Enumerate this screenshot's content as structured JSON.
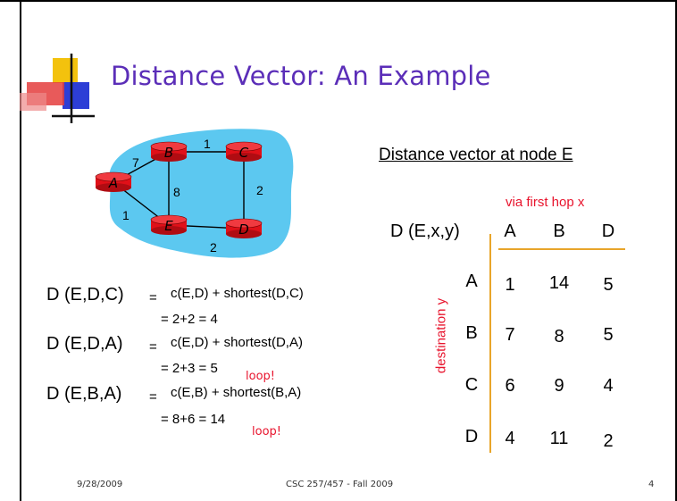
{
  "slide": {
    "title": "Distance Vector: An Example",
    "dv_heading": "Distance vector at node E",
    "via_label": "via first hop x",
    "dest_label": "destination y",
    "table_label": "D (E,x,y)",
    "col_headers": [
      "A",
      "B",
      "D"
    ],
    "rows": [
      {
        "dest": "A",
        "values": [
          "1",
          "14",
          "5"
        ]
      },
      {
        "dest": "B",
        "values": [
          "7",
          "8",
          "5"
        ]
      },
      {
        "dest": "C",
        "values": [
          "6",
          "9",
          "4"
        ]
      },
      {
        "dest": "D",
        "values": [
          "4",
          "11",
          "2"
        ]
      }
    ],
    "formulas": [
      {
        "lhs": "D (E,D,C)",
        "eq": "=",
        "rhs": "c(E,D) + shortest(D,C)",
        "result": "= 2+2 = 4",
        "note": ""
      },
      {
        "lhs": "D (E,D,A)",
        "eq": "=",
        "rhs": "c(E,D) + shortest(D,A)",
        "result": "= 2+3 = 5",
        "note": "loop!"
      },
      {
        "lhs": "D (E,B,A)",
        "eq": "=",
        "rhs": "c(E,B) + shortest(B,A)",
        "result": "= 8+6 = 14",
        "note": "loop!"
      }
    ],
    "graph": {
      "nodes": [
        "A",
        "B",
        "C",
        "D",
        "E"
      ],
      "edges": [
        {
          "from": "A",
          "to": "B",
          "cost": "7"
        },
        {
          "from": "B",
          "to": "C",
          "cost": "1"
        },
        {
          "from": "B",
          "to": "E",
          "cost": "8"
        },
        {
          "from": "C",
          "to": "D",
          "cost": "2"
        },
        {
          "from": "A",
          "to": "E",
          "cost": "1"
        },
        {
          "from": "E",
          "to": "D",
          "cost": "2"
        }
      ]
    },
    "footer": {
      "date": "9/28/2009",
      "course": "CSC 257/457 - Fall 2009",
      "page": "4"
    }
  },
  "colors": {
    "title": "#5b2eb8",
    "accent_red": "#e8142d",
    "network_fill": "#5cc8f0",
    "router": "#e01018",
    "table_line": "#e8a52a"
  }
}
